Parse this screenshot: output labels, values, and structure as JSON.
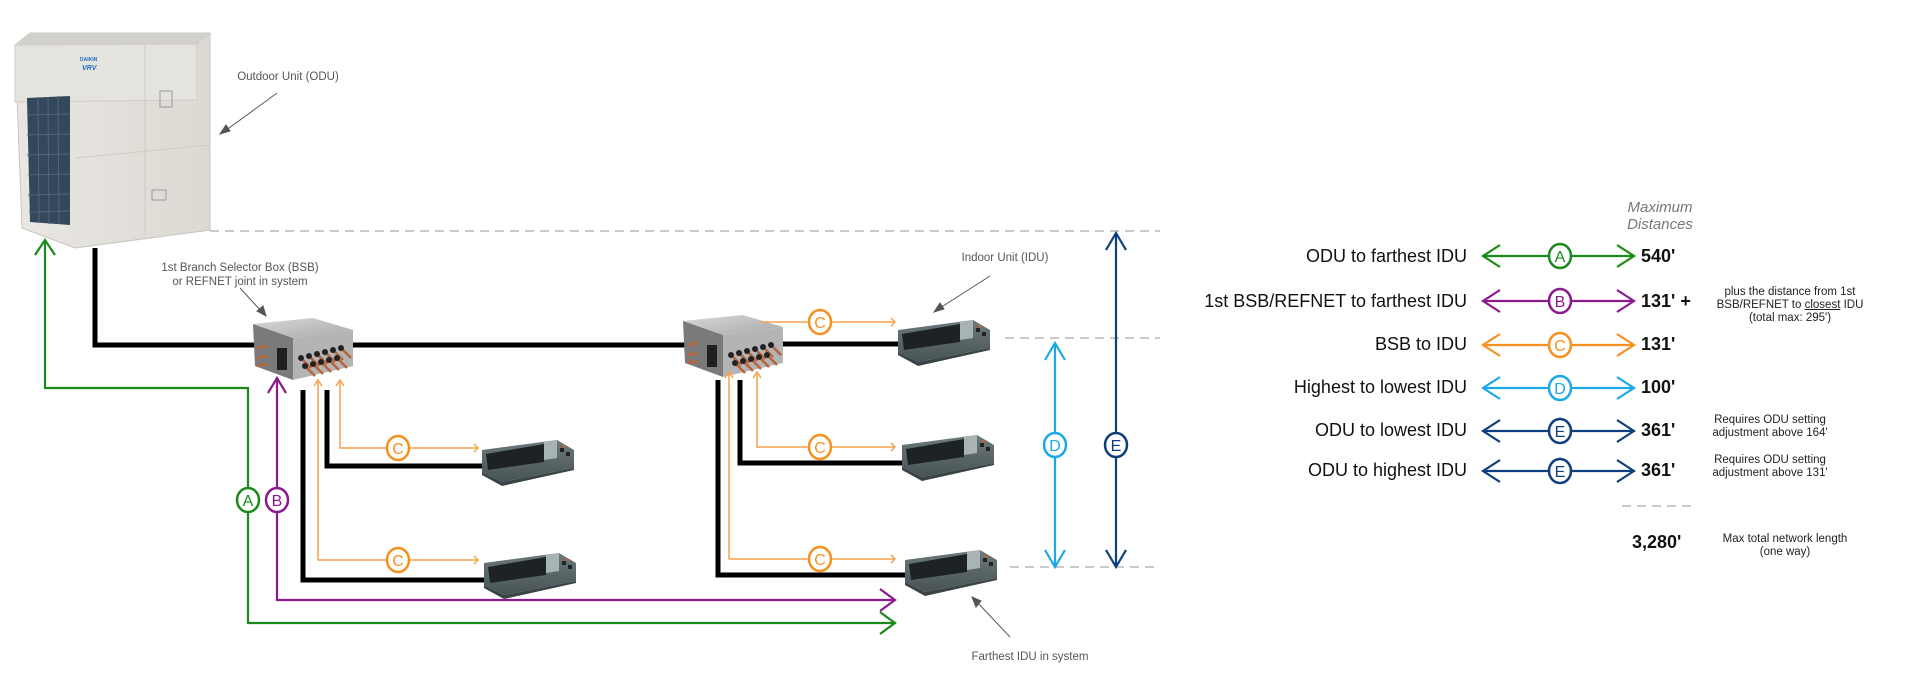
{
  "callouts": {
    "odu": "Outdoor Unit (ODU)",
    "bsb_line1": "1st Branch Selector Box (BSB)",
    "bsb_line2": "or REFNET joint in system",
    "idu": "Indoor Unit (IDU)",
    "farthest": "Farthest IDU in system"
  },
  "odu_brand": {
    "logo": "DAIKIN",
    "model": "VRV"
  },
  "markers": {
    "A": {
      "letter": "A",
      "color": "#1a8a1a"
    },
    "B": {
      "letter": "B",
      "color": "#8a1a8e"
    },
    "C": {
      "letter": "C",
      "color": "#f7901e"
    },
    "D": {
      "letter": "D",
      "color": "#1aa8e6"
    },
    "E": {
      "letter": "E",
      "color": "#0d3f7e"
    }
  },
  "legend": {
    "header_line1": "Maximum",
    "header_line2": "Distances",
    "rows": [
      {
        "label": "ODU to farthest IDU",
        "marker": "A",
        "value": "540'"
      },
      {
        "label": "1st BSB/REFNET to farthest IDU",
        "marker": "B",
        "value": "131' +",
        "note_line1": "plus the distance from 1st",
        "note_line2a": "BSB/REFNET to ",
        "note_line2u": "closest",
        "note_line2b": " IDU",
        "note_line3": "(total max: 295')"
      },
      {
        "label": "BSB to IDU",
        "marker": "C",
        "value": "131'"
      },
      {
        "label": "Highest to lowest IDU",
        "marker": "D",
        "value": "100'"
      },
      {
        "label": "ODU to lowest IDU",
        "marker": "E",
        "value": "361'",
        "note_line1": "Requires ODU setting",
        "note_line2": "adjustment above 164'"
      },
      {
        "label": "ODU to highest IDU",
        "marker": "E",
        "value": "361'",
        "note_line1": "Requires ODU setting",
        "note_line2": "adjustment above 131'"
      }
    ],
    "total": {
      "value": "3,280'",
      "note_line1": "Max total network length",
      "note_line2": "(one way)"
    }
  }
}
